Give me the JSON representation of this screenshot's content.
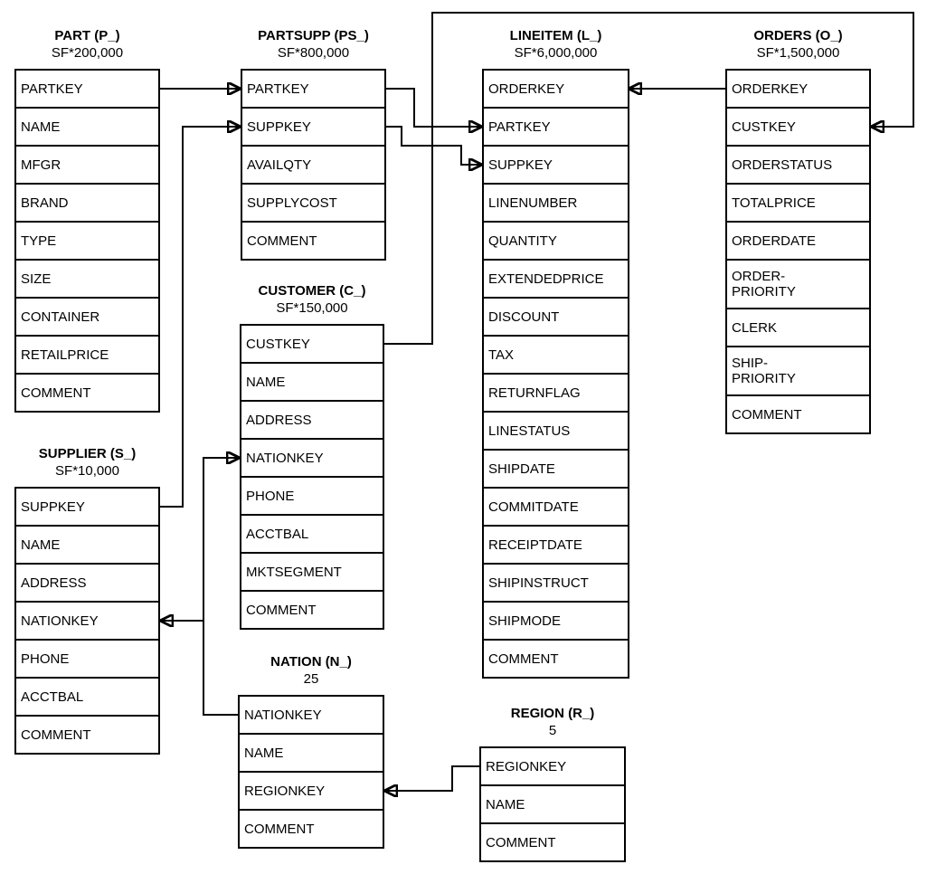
{
  "tables": [
    {
      "name": "part",
      "title": "PART (P_)",
      "cardinality": "SF*200,000",
      "columns": [
        "PARTKEY",
        "NAME",
        "MFGR",
        "BRAND",
        "TYPE",
        "SIZE",
        "CONTAINER",
        "RETAILPRICE",
        "COMMENT"
      ]
    },
    {
      "name": "partsupp",
      "title": "PARTSUPP (PS_)",
      "cardinality": "SF*800,000",
      "columns": [
        "PARTKEY",
        "SUPPKEY",
        "AVAILQTY",
        "SUPPLYCOST",
        "COMMENT"
      ]
    },
    {
      "name": "lineitem",
      "title": "LINEITEM (L_)",
      "cardinality": "SF*6,000,000",
      "columns": [
        "ORDERKEY",
        "PARTKEY",
        "SUPPKEY",
        "LINENUMBER",
        "QUANTITY",
        "EXTENDEDPRICE",
        "DISCOUNT",
        "TAX",
        "RETURNFLAG",
        "LINESTATUS",
        "SHIPDATE",
        "COMMITDATE",
        "RECEIPTDATE",
        "SHIPINSTRUCT",
        "SHIPMODE",
        "COMMENT"
      ]
    },
    {
      "name": "orders",
      "title": "ORDERS (O_)",
      "cardinality": "SF*1,500,000",
      "columns": [
        "ORDERKEY",
        "CUSTKEY",
        "ORDERSTATUS",
        "TOTALPRICE",
        "ORDERDATE",
        "ORDER-\nPRIORITY",
        "CLERK",
        "SHIP-\nPRIORITY",
        "COMMENT"
      ]
    },
    {
      "name": "supplier",
      "title": "SUPPLIER (S_)",
      "cardinality": "SF*10,000",
      "columns": [
        "SUPPKEY",
        "NAME",
        "ADDRESS",
        "NATIONKEY",
        "PHONE",
        "ACCTBAL",
        "COMMENT"
      ]
    },
    {
      "name": "customer",
      "title": "CUSTOMER (C_)",
      "cardinality": "SF*150,000",
      "columns": [
        "CUSTKEY",
        "NAME",
        "ADDRESS",
        "NATIONKEY",
        "PHONE",
        "ACCTBAL",
        "MKTSEGMENT",
        "COMMENT"
      ]
    },
    {
      "name": "nation",
      "title": "NATION (N_)",
      "cardinality": "25",
      "columns": [
        "NATIONKEY",
        "NAME",
        "REGIONKEY",
        "COMMENT"
      ]
    },
    {
      "name": "region",
      "title": "REGION (R_)",
      "cardinality": "5",
      "columns": [
        "REGIONKEY",
        "NAME",
        "COMMENT"
      ]
    }
  ],
  "relations": [
    {
      "from": "PART.PARTKEY",
      "to": "PARTSUPP.PARTKEY"
    },
    {
      "from": "SUPPLIER.SUPPKEY",
      "to": "PARTSUPP.SUPPKEY"
    },
    {
      "from": "PARTSUPP.PARTKEY",
      "to": "LINEITEM.PARTKEY"
    },
    {
      "from": "PARTSUPP.SUPPKEY",
      "to": "LINEITEM.SUPPKEY"
    },
    {
      "from": "ORDERS.ORDERKEY",
      "to": "LINEITEM.ORDERKEY"
    },
    {
      "from": "CUSTOMER.CUSTKEY",
      "to": "ORDERS.CUSTKEY"
    },
    {
      "from": "NATION.NATIONKEY",
      "to": "CUSTOMER.NATIONKEY"
    },
    {
      "from": "NATION.NATIONKEY",
      "to": "SUPPLIER.NATIONKEY"
    },
    {
      "from": "REGION.REGIONKEY",
      "to": "NATION.REGIONKEY"
    }
  ],
  "colors": {
    "line": "#000000",
    "background": "#ffffff",
    "text": "#000000"
  }
}
